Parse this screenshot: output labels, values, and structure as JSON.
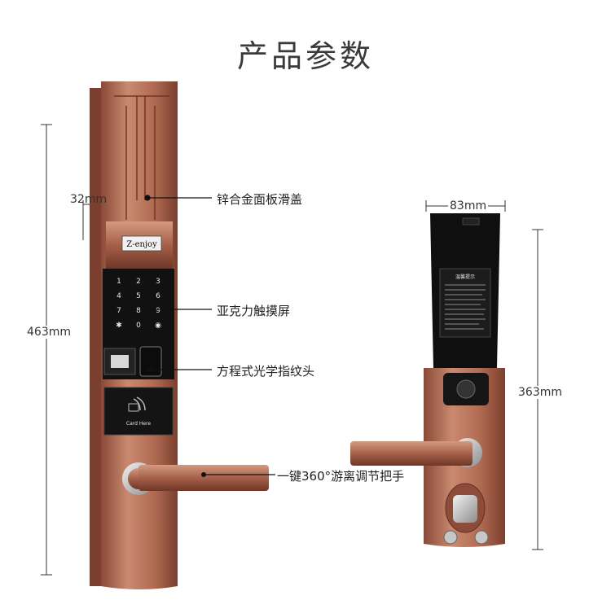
{
  "title": "产品参数",
  "dimensions": {
    "front_height": "463mm",
    "front_width": "32mm",
    "back_width": "83mm",
    "back_height": "363mm"
  },
  "callouts": {
    "slide_cover": "锌合金面板滑盖",
    "touch_screen": "亚克力触摸屏",
    "fingerprint": "方程式光学指纹头",
    "handle": "一键360°游离调节把手"
  },
  "lock_front": {
    "brand": "Z-enjoy",
    "card_label": "Card Here",
    "keypad_digits": [
      "1",
      "2",
      "3",
      "4",
      "5",
      "6",
      "7",
      "8",
      "9",
      "0"
    ]
  },
  "lock_back": {
    "notice_title": "温馨提示"
  },
  "colors": {
    "copper": "#b86f57",
    "copper_dark": "#7a3f2e",
    "panel_black": "#111111"
  }
}
